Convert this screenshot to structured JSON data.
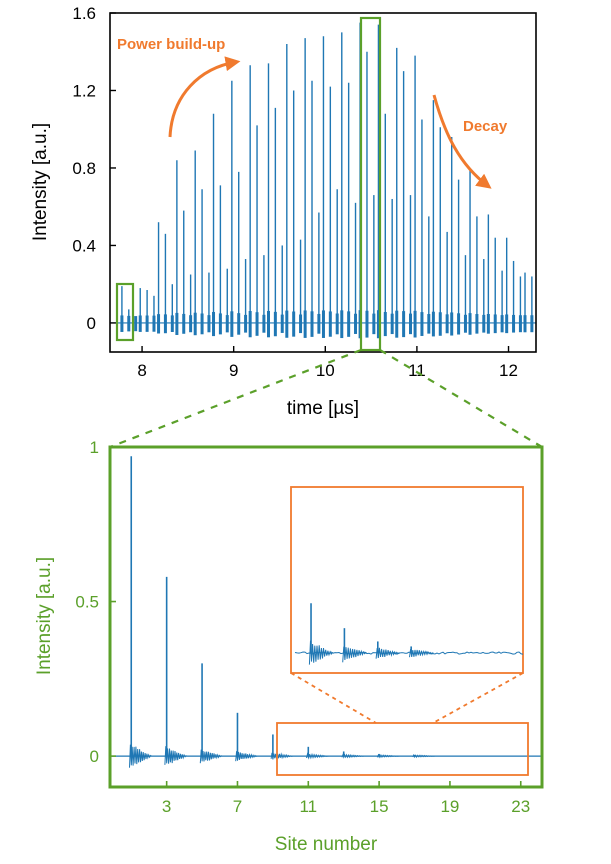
{
  "colors": {
    "trace": "#1f77b4",
    "green": "#5ba02a",
    "orange": "#f07a2e",
    "axis": "#000000"
  },
  "chart_data": [
    {
      "type": "line",
      "xlabel": "time [µs]",
      "ylabel": "Intensity [a.u.]",
      "xlim": [
        7.65,
        12.3
      ],
      "ylim": [
        -0.15,
        1.6
      ],
      "xticks": [
        8,
        9,
        10,
        11,
        12
      ],
      "yticks": [
        0,
        0.4,
        0.8,
        1.2,
        1.6
      ],
      "yticklabels": [
        "0",
        "0.4",
        "0.8",
        "1.2",
        "1.6"
      ],
      "grid": false,
      "annotations": {
        "buildup": "Power build-up",
        "decay": "Decay"
      },
      "pulse_period_us": 0.2,
      "pulses": [
        {
          "t": 7.78,
          "v": [
            0.19,
            0.07,
            0.02
          ]
        },
        {
          "t": 7.98,
          "v": [
            0.18,
            0.17,
            0.14
          ]
        },
        {
          "t": 8.18,
          "v": [
            0.52,
            0.46,
            0.2
          ]
        },
        {
          "t": 8.38,
          "v": [
            0.84,
            0.58,
            0.25
          ]
        },
        {
          "t": 8.58,
          "v": [
            0.89,
            0.69,
            0.26
          ]
        },
        {
          "t": 8.78,
          "v": [
            1.08,
            0.71,
            0.28
          ]
        },
        {
          "t": 8.98,
          "v": [
            1.25,
            0.78,
            0.33
          ]
        },
        {
          "t": 9.18,
          "v": [
            1.33,
            1.02,
            0.35
          ]
        },
        {
          "t": 9.38,
          "v": [
            1.34,
            1.11,
            0.4
          ]
        },
        {
          "t": 9.58,
          "v": [
            1.44,
            1.2,
            0.43
          ]
        },
        {
          "t": 9.78,
          "v": [
            1.47,
            1.25,
            0.57
          ]
        },
        {
          "t": 9.98,
          "v": [
            1.48,
            1.22,
            0.69
          ]
        },
        {
          "t": 10.18,
          "v": [
            1.5,
            1.24,
            0.62
          ]
        },
        {
          "t": 10.38,
          "v": [
            1.55,
            1.4,
            0.66
          ]
        },
        {
          "t": 10.58,
          "v": [
            1.54,
            1.08,
            0.64
          ]
        },
        {
          "t": 10.78,
          "v": [
            1.42,
            1.3,
            0.66
          ]
        },
        {
          "t": 10.98,
          "v": [
            1.38,
            1.05,
            0.55
          ]
        },
        {
          "t": 11.18,
          "v": [
            1.15,
            1.01,
            0.47
          ]
        },
        {
          "t": 11.38,
          "v": [
            0.96,
            0.74,
            0.35
          ]
        },
        {
          "t": 11.58,
          "v": [
            0.79,
            0.55,
            0.33
          ]
        },
        {
          "t": 11.78,
          "v": [
            0.56,
            0.44,
            0.27
          ]
        },
        {
          "t": 11.98,
          "v": [
            0.44,
            0.32,
            0.24
          ]
        },
        {
          "t": 12.18,
          "v": [
            0.26,
            0.24,
            0.16
          ]
        }
      ]
    },
    {
      "type": "line",
      "xlabel": "Site number",
      "ylabel": "Intensity [a.u.]",
      "xlim": [
        -0.2,
        24.2
      ],
      "ylim": [
        -0.1,
        1.0
      ],
      "xticks": [
        3,
        7,
        11,
        15,
        19,
        23
      ],
      "yticks": [
        0,
        0.5,
        1
      ],
      "yticklabels": [
        "0",
        "0.5",
        "1"
      ],
      "grid": false,
      "peaks": [
        {
          "site": 1,
          "value": 0.97
        },
        {
          "site": 3,
          "value": 0.58
        },
        {
          "site": 5,
          "value": 0.3
        },
        {
          "site": 7,
          "value": 0.14
        },
        {
          "site": 9,
          "value": 0.07
        },
        {
          "site": 11,
          "value": 0.03
        },
        {
          "site": 13,
          "value": 0.015
        },
        {
          "site": 15,
          "value": 0.007
        },
        {
          "site": 17,
          "value": 0.004
        }
      ],
      "inset_xlim": [
        9.8,
        23.7
      ],
      "inset_ylim": [
        -0.012,
        0.1
      ]
    }
  ]
}
